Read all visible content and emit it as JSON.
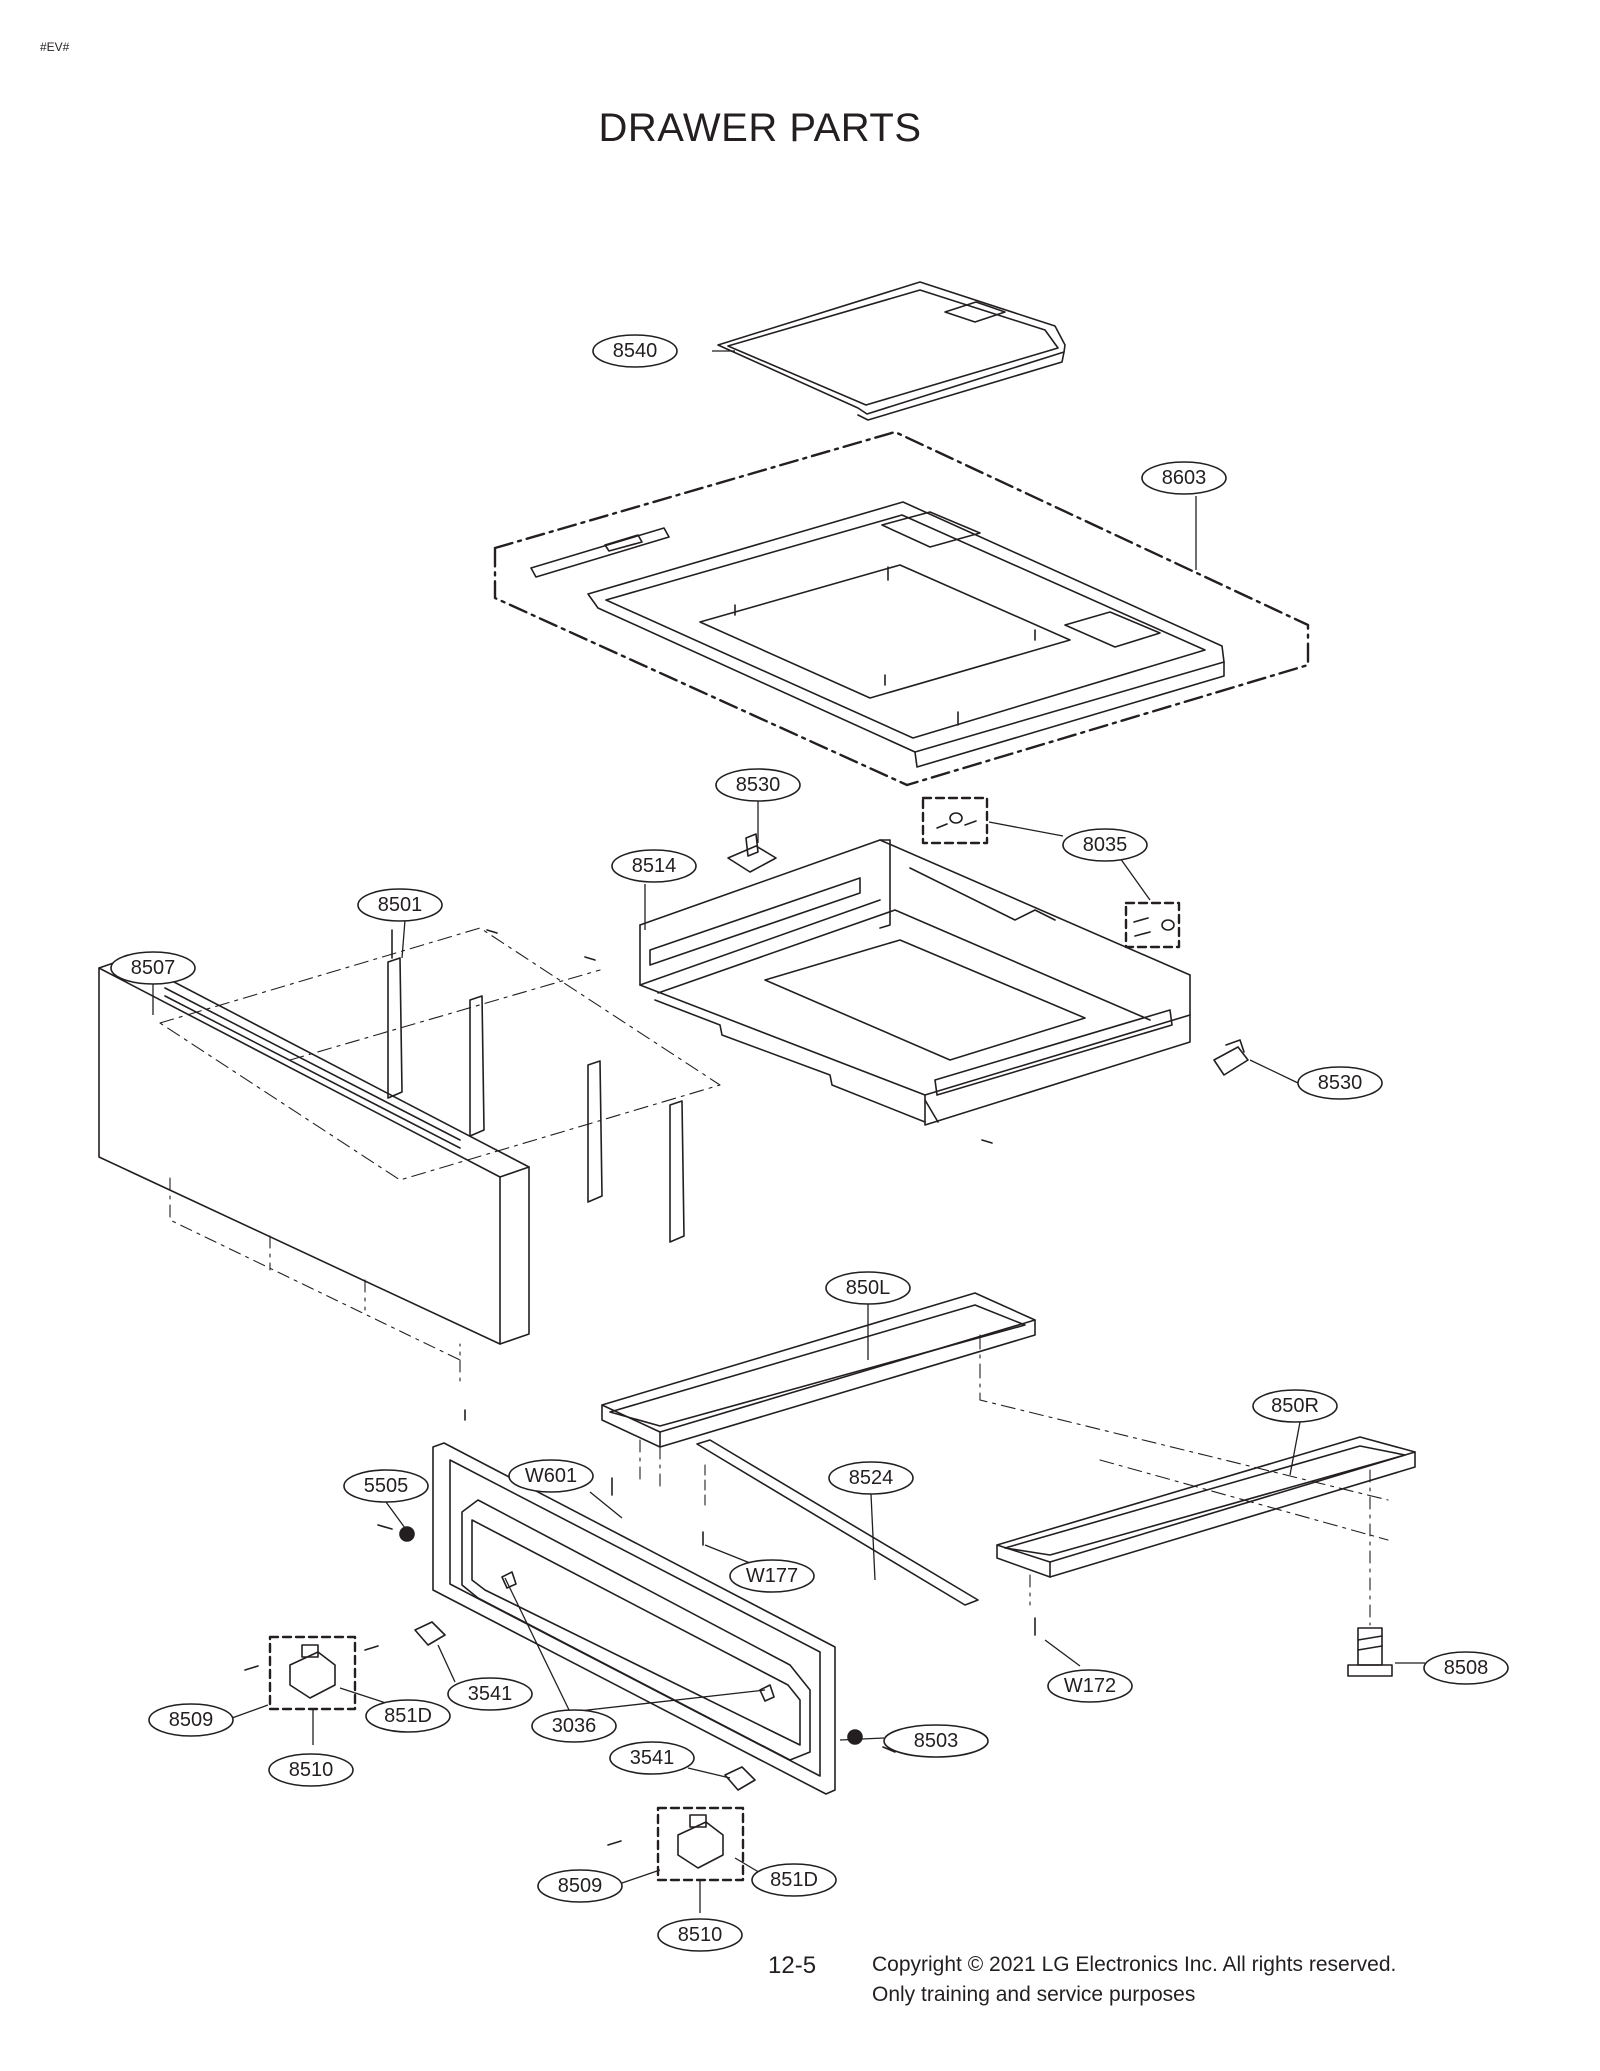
{
  "header": {
    "tag": "#EV#",
    "title": "DRAWER PARTS"
  },
  "parts": {
    "p8540": "8540",
    "p8603": "8603",
    "p8530_top": "8530",
    "p8035": "8035",
    "p8514": "8514",
    "p8501": "8501",
    "p8507": "8507",
    "p8530_right": "8530",
    "p850L": "850L",
    "p850R": "850R",
    "p5505": "5505",
    "pW601": "W601",
    "p8524": "8524",
    "pW177": "W177",
    "p8508": "8508",
    "p3541_left": "3541",
    "pW172": "W172",
    "p8509_left": "8509",
    "p851D_left": "851D",
    "p3036": "3036",
    "p8503": "8503",
    "p8510_left": "8510",
    "p3541_bottom": "3541",
    "p8509_bottom": "8509",
    "p851D_bottom": "851D",
    "p8510_bottom": "8510"
  },
  "footer": {
    "page_number": "12-5",
    "copyright_line1": "Copyright © 2021 LG Electronics Inc. All rights reserved.",
    "copyright_line2": "Only training and service purposes"
  }
}
